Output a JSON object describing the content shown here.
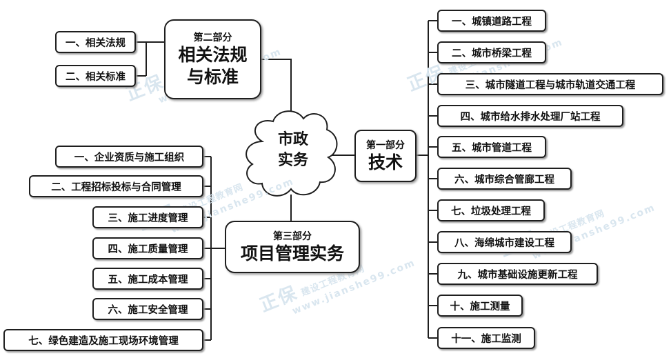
{
  "center": {
    "line1": "市政",
    "line2": "实务"
  },
  "part1": {
    "sub": "第一部分",
    "main": "技术",
    "items": [
      "一、城镇道路工程",
      "二、城市桥梁工程",
      "三、城市隧道工程与城市轨道交通工程",
      "四、城市给水排水处理厂站工程",
      "五、城市管道工程",
      "六、城市综合管廊工程",
      "七、垃圾处理工程",
      "八、海绵城市建设工程",
      "九、城市基础设施更新工程",
      "十、施工测量",
      "十一、施工监测"
    ]
  },
  "part2": {
    "sub": "第二部分",
    "main_line1": "相关法规",
    "main_line2": "与标准",
    "items": [
      "一、相关法规",
      "二、相关标准"
    ]
  },
  "part3": {
    "sub": "第三部分",
    "main": "项目管理实务",
    "items": [
      "一、企业资质与施工组织",
      "二、工程招标投标与合同管理",
      "三、施工进度管理",
      "四、施工质量管理",
      "五、施工成本管理",
      "六、施工安全管理",
      "七、绿色建造及施工现场环境管理"
    ]
  },
  "watermark": {
    "brand": "正保",
    "text": "建设工程教育网",
    "url": "www.jianshe99.com"
  },
  "colors": {
    "line": "#1e1e1e",
    "watermark": "#d9e6ef"
  }
}
